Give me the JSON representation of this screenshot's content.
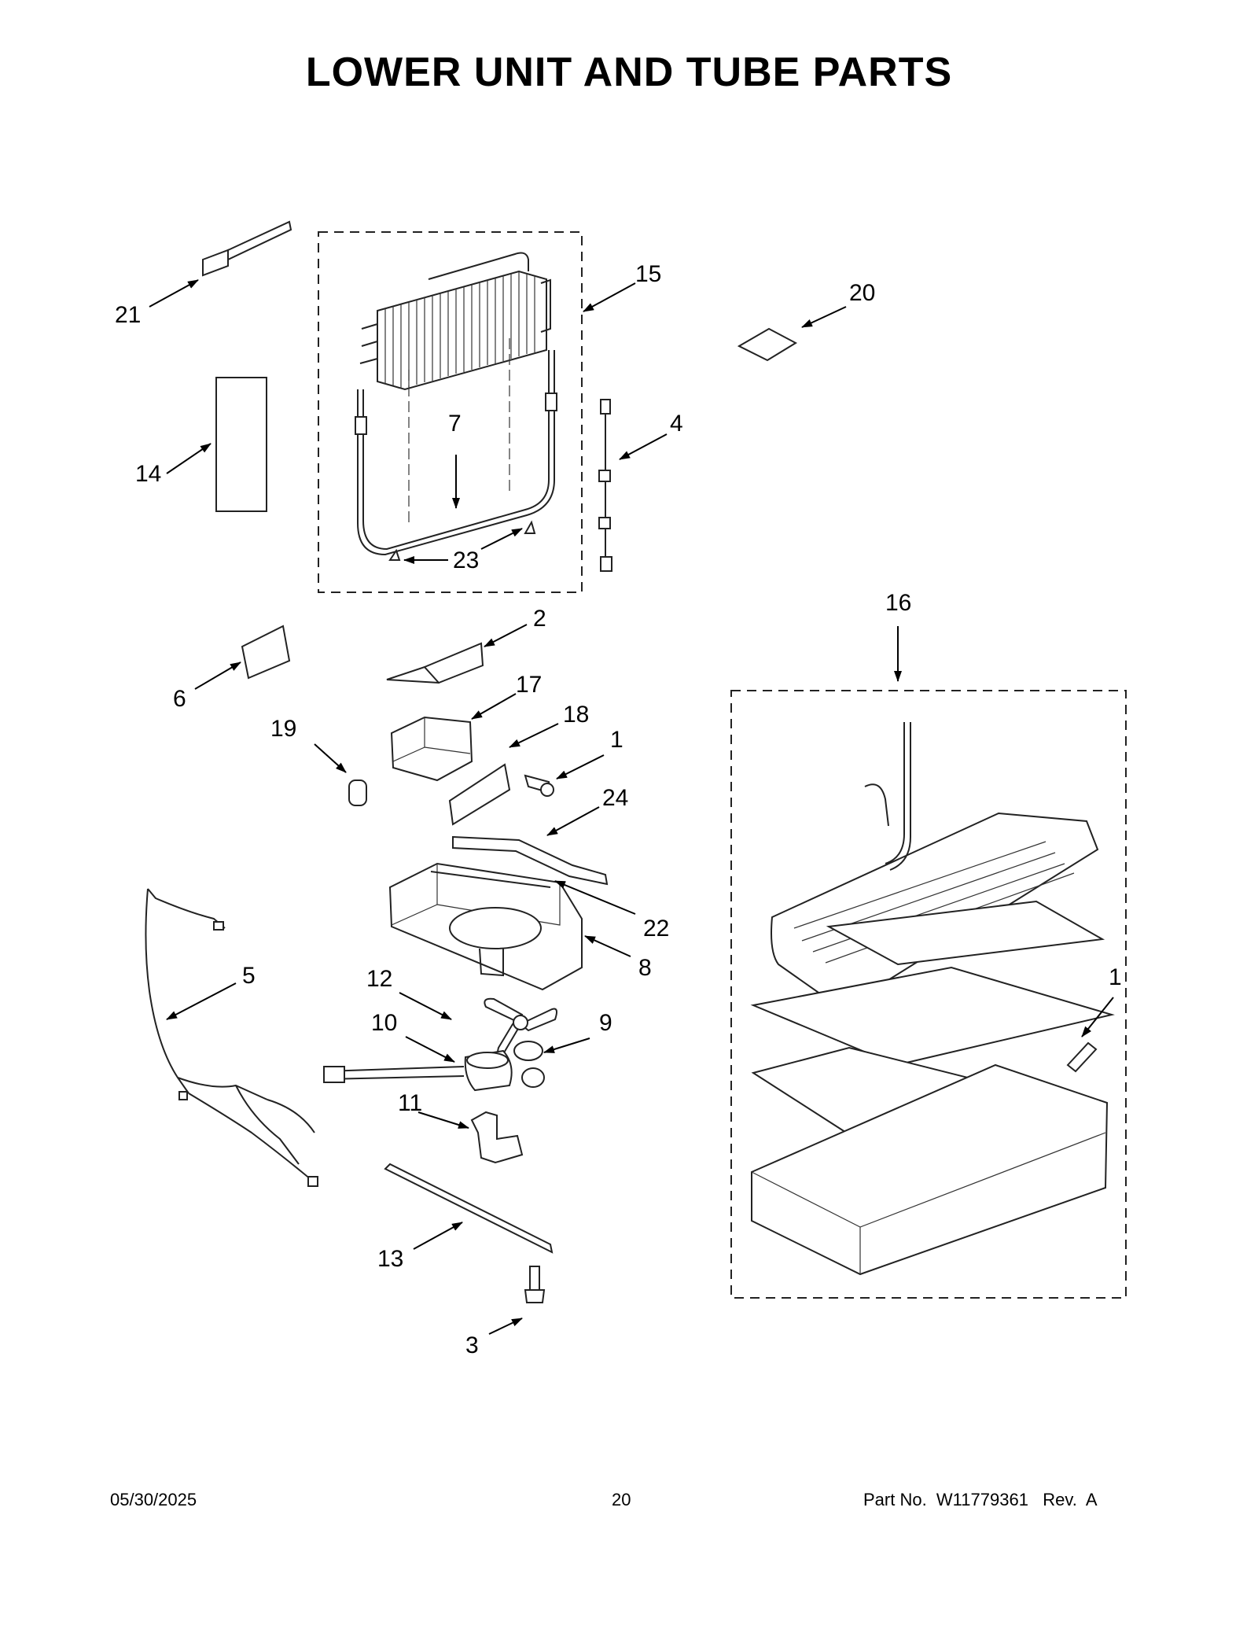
{
  "title": "LOWER UNIT AND TUBE PARTS",
  "callouts": {
    "c1a": "1",
    "c1b": "1",
    "c2": "2",
    "c3": "3",
    "c4": "4",
    "c5": "5",
    "c6": "6",
    "c7": "7",
    "c8": "8",
    "c9": "9",
    "c10": "10",
    "c11": "11",
    "c12": "12",
    "c13": "13",
    "c14": "14",
    "c15": "15",
    "c16": "16",
    "c17": "17",
    "c18": "18",
    "c19": "19",
    "c20": "20",
    "c21": "21",
    "c22": "22",
    "c23": "23",
    "c24": "24"
  },
  "footer": {
    "date": "05/30/2025",
    "page": "20",
    "part_no": "Part No.  W11779361   Rev.  A"
  }
}
